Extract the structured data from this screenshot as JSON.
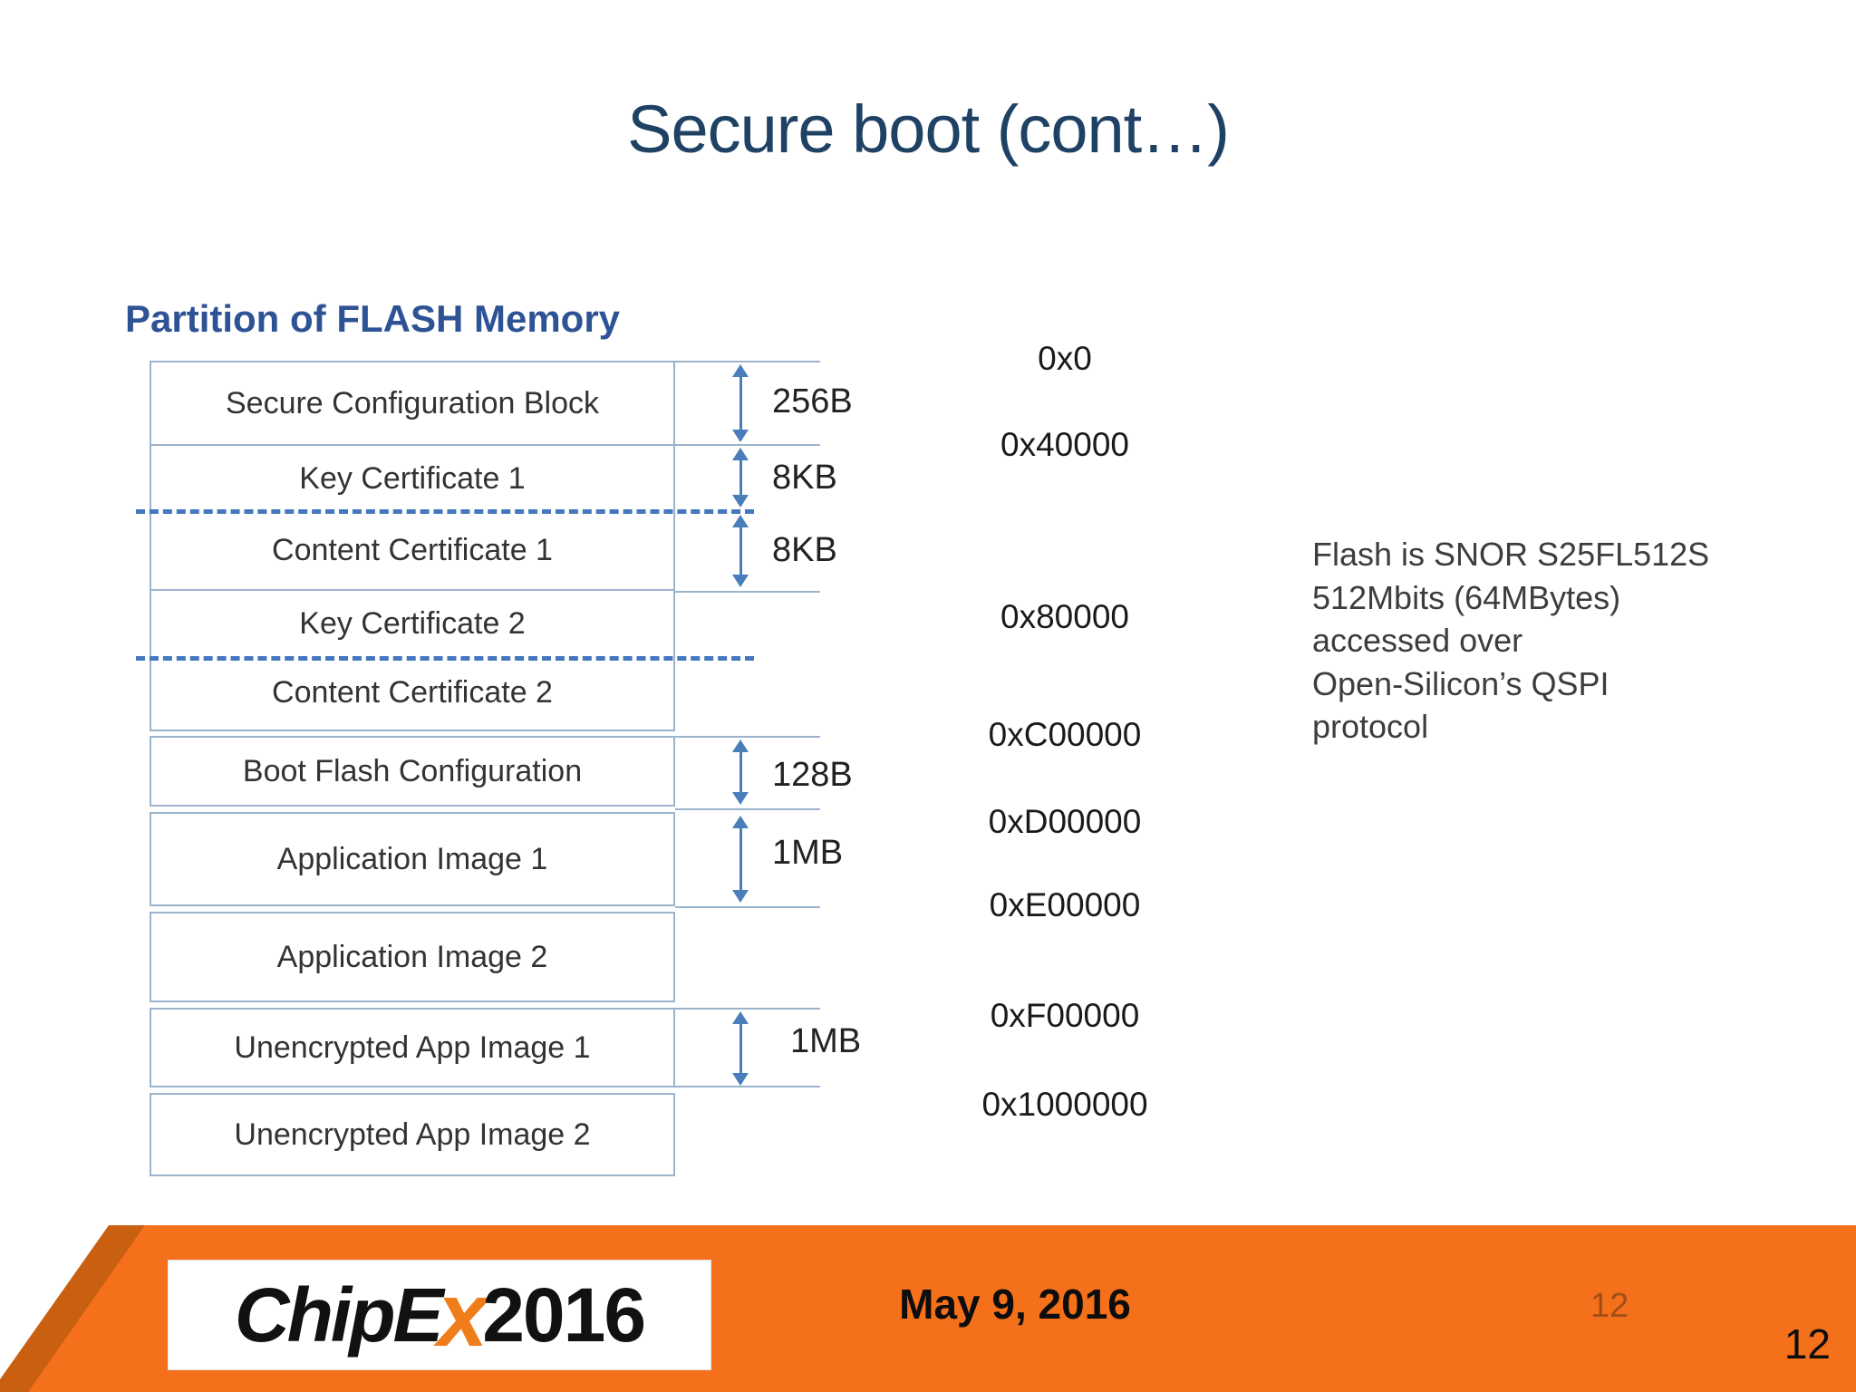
{
  "slide": {
    "title": "Secure boot (cont…)"
  },
  "diagram": {
    "heading": "Partition of FLASH Memory",
    "rows": [
      "Secure Configuration Block",
      "Key Certificate 1",
      "Content Certificate 1",
      "Key Certificate 2",
      "Content Certificate 2",
      "Boot Flash Configuration",
      "Application Image 1",
      "Application Image 2",
      "Unencrypted App Image 1",
      "Unencrypted App Image 2"
    ],
    "sizes": [
      "256B",
      "8KB",
      "8KB",
      "128B",
      "1MB",
      "1MB"
    ],
    "addresses": [
      "0x0",
      "0x40000",
      "0x80000",
      "0xC00000",
      "0xD00000",
      "0xE00000",
      "0xF00000",
      "0x1000000"
    ]
  },
  "note": {
    "lines": [
      "Flash is SNOR S25FL512S",
      "512Mbits (64MBytes)",
      "accessed over",
      "Open-Silicon’s QSPI",
      "protocol"
    ]
  },
  "footer": {
    "logo_chip": "Chip",
    "logo_e": "E",
    "logo_x": "x",
    "logo_year": "2016",
    "date": "May 9, 2016",
    "page_number_faint": "12",
    "page_number": "12"
  },
  "colors": {
    "accent_orange": "#F4701B",
    "accent_orange_dark": "#C95F10",
    "title_blue": "#1F4264",
    "heading_blue": "#2E5395",
    "arrow_blue": "#4A7EBB",
    "border_blue": "#9CB4CB"
  }
}
